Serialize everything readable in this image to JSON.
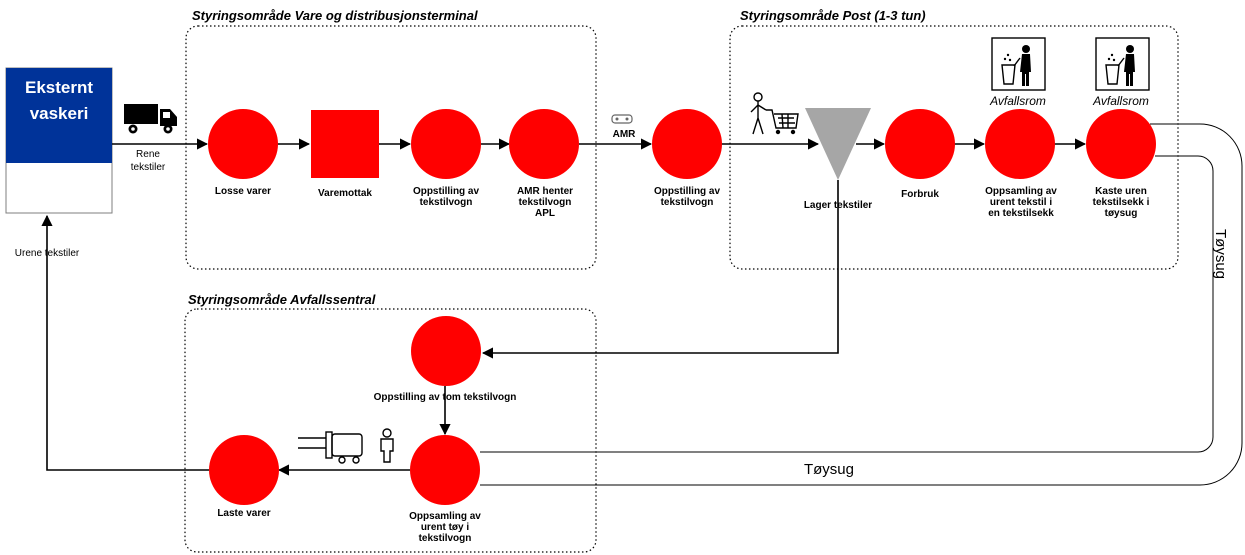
{
  "zones": {
    "vare": "Styringsområde Vare og distribusjonsterminal",
    "post": "Styringsområde Post (1-3 tun)",
    "avfall": "Styringsområde Avfallssentral"
  },
  "external": {
    "title_line1": "Eksternt",
    "title_line2": "vaskeri",
    "header_color": "#003399"
  },
  "edges": {
    "rene_line1": "Rene",
    "rene_line2": "tekstiler",
    "urene": "Urene tekstiler",
    "amr": "AMR",
    "toysug_side": "Tøysug",
    "toysug_bottom": "Tøysug"
  },
  "nodes": {
    "losse": [
      "Losse varer"
    ],
    "varemottak": [
      "Varemottak"
    ],
    "oppstilling1": [
      "Oppstilling av",
      "tekstilvogn"
    ],
    "amr_henter": [
      "AMR henter",
      "tekstilvogn",
      "APL"
    ],
    "oppstilling2": [
      "Oppstilling av",
      "tekstilvogn"
    ],
    "lager": [
      "Lager tekstiler"
    ],
    "forbruk": [
      "Forbruk"
    ],
    "oppsamling_post": [
      "Oppsamling av",
      "urent tekstil i",
      "en tekstilsekk"
    ],
    "kaste": [
      "Kaste uren",
      "tekstilsekk i",
      "tøysug"
    ],
    "oppstilling_tom": [
      "Oppstilling av tom tekstilvogn"
    ],
    "oppsamling_avfall": [
      "Oppsamling av",
      "urent tøy i",
      "tekstilvogn"
    ],
    "laste": [
      "Laste varer"
    ]
  },
  "rooms": {
    "avfallsrom1": "Avfallsrom",
    "avfallsrom2": "Avfallsrom"
  },
  "colors": {
    "node": "#ff0000",
    "lager": "#a6a6a6",
    "external_header": "#003399"
  },
  "icons": [
    "truck-icon",
    "robot-icon",
    "person-cart-icon",
    "trash-bin-icon",
    "forklift-icon",
    "person-icon"
  ]
}
